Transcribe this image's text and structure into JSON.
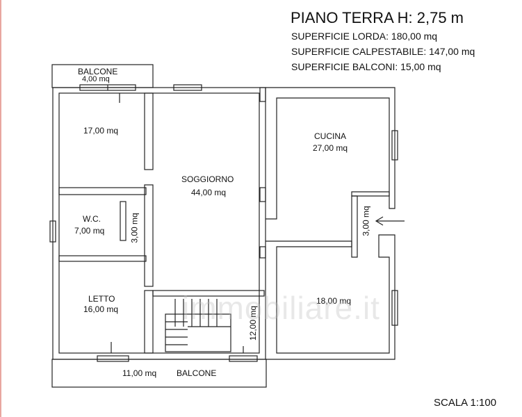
{
  "header": {
    "title": "PIANO TERRA H: 2,75 m",
    "lines": [
      "SUPERFICIE LORDA: 180,00 mq",
      "SUPERFICIE CALPESTABILE: 147,00 mq",
      "SUPERFICIE BALCONI: 15,00 mq"
    ]
  },
  "rooms": {
    "balcone_top_label": "BALCONE",
    "balcone_top_area": "4,00 mq",
    "room_top_left_area": "17,00 mq",
    "soggiorno_label": "SOGGIORNO",
    "soggiorno_area": "44,00 mq",
    "cucina_label": "CUCINA",
    "cucina_area": "27,00 mq",
    "wc_label": "W.C.",
    "wc_area": "7,00 mq",
    "corridor_area": "3,00 mq",
    "entry_area": "3,00 mq",
    "letto_label": "LETTO",
    "letto_area": "16,00 mq",
    "room_bottom_right_area": "18,00 mq",
    "stair_area": "12,00 mq",
    "balcone_bottom_area": "11,00 mq",
    "balcone_bottom_label": "BALCONE"
  },
  "footer": {
    "scale": "SCALA 1:100"
  },
  "watermark": "immobiliare.it"
}
